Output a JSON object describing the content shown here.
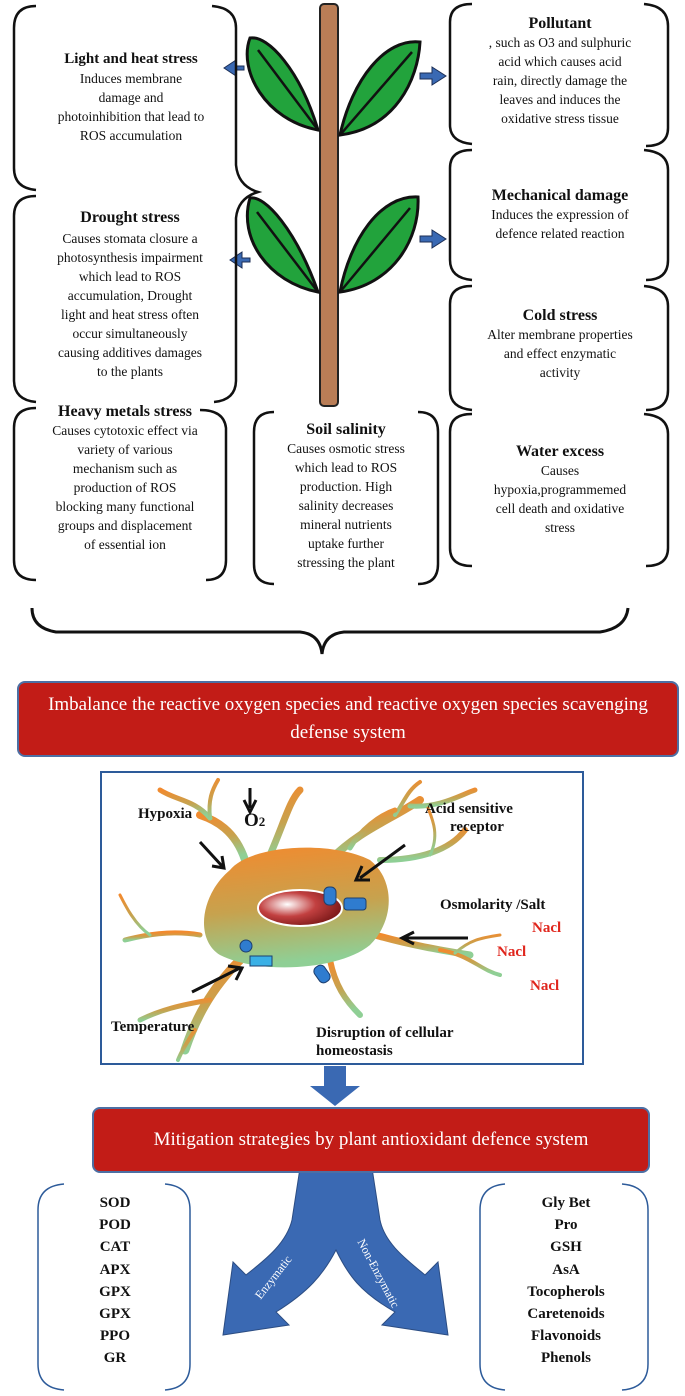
{
  "stresses": {
    "light_heat": {
      "title": "Light and heat stress",
      "body": [
        "Induces membrane",
        "damage and",
        "photoinhibition that lead to",
        "ROS accumulation"
      ]
    },
    "drought": {
      "title": "Drought stress",
      "body": [
        "Causes stomata closure a",
        "photosynthesis impairment",
        "which lead to ROS",
        "accumulation, Drought",
        "light and heat stress often",
        "occur simultaneously",
        "causing additives damages",
        "to the plants"
      ]
    },
    "heavy_metals": {
      "title": "Heavy metals stress",
      "body": [
        "Causes cytotoxic effect via",
        "variety of various",
        "mechanism such as",
        "production of ROS",
        "blocking many functional",
        "groups and displacement",
        "of essential ion"
      ]
    },
    "soil_salinity": {
      "title": "Soil salinity",
      "body": [
        "Causes osmotic stress",
        "which lead to ROS",
        "production. High",
        "salinity decreases",
        "mineral nutrients",
        "uptake further",
        "stressing the plant"
      ]
    },
    "pollutant": {
      "title": "Pollutant",
      "body": [
        ", such as O3 and sulphuric",
        "acid which causes acid",
        "rain, directly damage the",
        "leaves and induces the",
        "oxidative stress tissue"
      ]
    },
    "mechanical": {
      "title": "Mechanical damage",
      "body": [
        "Induces the expression of",
        "defence related reaction"
      ]
    },
    "cold": {
      "title": "Cold stress",
      "body": [
        "Alter membrane properties",
        "and effect enzymatic",
        "activity"
      ]
    },
    "water_excess": {
      "title": "Water excess",
      "body": [
        "Causes",
        "hypoxia,programmemed",
        "cell death and oxidative",
        "stress"
      ]
    }
  },
  "banner1": "Imbalance the reactive oxygen species and reactive oxygen species scavenging defense system",
  "cell": {
    "hypoxia": "Hypoxia",
    "o2_letter": "O",
    "o2_sub": "2",
    "acid_receptor": [
      "Acid sensitive",
      "receptor"
    ],
    "osmolarity": "Osmolarity /Salt",
    "nacl": "Nacl",
    "temperature": "Temperature",
    "disruption": [
      "Disruption of cellular",
      "homeostasis"
    ]
  },
  "banner2": "Mitigation strategies by plant antioxidant defence system",
  "branches": {
    "enzymatic": "Enzymatic",
    "non_enzymatic": "Non-Enzymatic"
  },
  "enzymatic_list": [
    "SOD",
    "POD",
    "CAT",
    "APX",
    "GPX",
    "GPX",
    "PPO",
    "GR"
  ],
  "non_enzymatic_list": [
    "Gly Bet",
    "Pro",
    "GSH",
    "AsA",
    "Tocopherols",
    "Caretenoids",
    "Flavonoids",
    "Phenols"
  ],
  "colors": {
    "banner": "#c21c17",
    "arrow": "#3a69b3",
    "leaf": "#22a33c",
    "stem": "#b97d56",
    "nacl": "#e0261d"
  }
}
